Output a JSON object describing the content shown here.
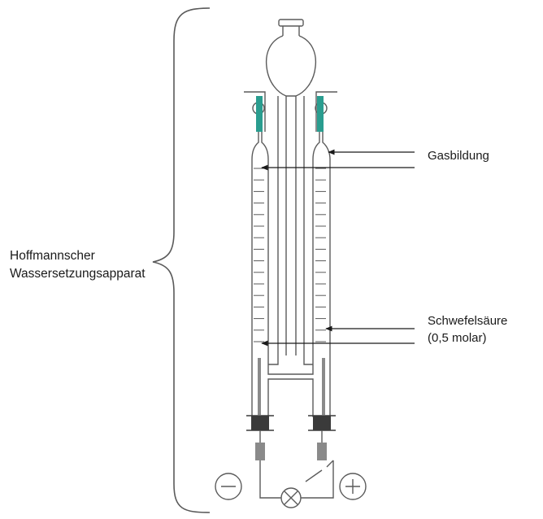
{
  "labels": {
    "apparatus_line1": "Hoffmannscher",
    "apparatus_line2": "Wassersetzungsapparat",
    "gas": "Gasbildung",
    "acid_line1": "Schwefelsäure",
    "acid_line2": "(0,5 molar)"
  },
  "colors": {
    "line": "#5a5a5a",
    "valve": "#2a9d8f",
    "stopper": "#3a3a3a",
    "connector": "#8a8a8a"
  },
  "icons": [
    "minus-terminal-icon",
    "plus-terminal-icon",
    "lamp-icon",
    "switch-icon",
    "arrow-icon"
  ]
}
